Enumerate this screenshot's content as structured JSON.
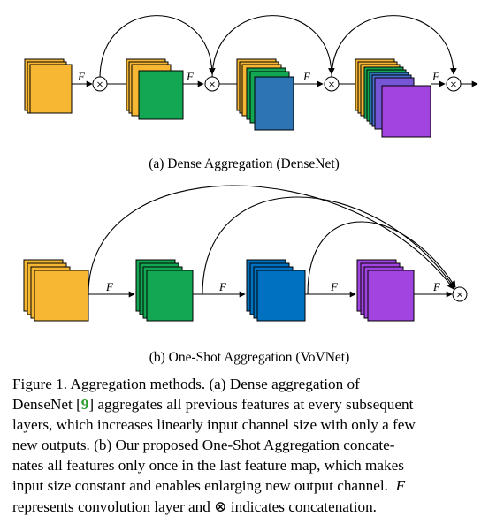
{
  "panel_a": {
    "subcaption": "(a) Dense Aggregation (DenseNet)",
    "operator_label": "F",
    "concat_symbol": "×"
  },
  "panel_b": {
    "subcaption": "(b) One-Shot Aggregation (VoVNet)",
    "operator_label": "F",
    "concat_symbol": "×"
  },
  "colors": {
    "input": "#F7B733",
    "layer_1": "#13A754",
    "layer_2": "#2D75B6",
    "layer_3": "#A244E0",
    "dense_stack": [
      "#F7B733",
      "#13A754",
      "#2D74B5",
      "#4A6FCF",
      "#7456D6",
      "#A244E0"
    ],
    "ova_blue": "#0070C0",
    "reference": "#2CA02C"
  },
  "caption": {
    "line1": "Figure 1. Aggregation methods.   (a) Dense aggregation of",
    "line2_pre": "DenseNet [",
    "line2_ref": "9",
    "line2_post": "] aggregates all previous features at every subsequent",
    "line3": "layers, which increases linearly input channel size with only a few",
    "line4": "new outputs.  (b) Our proposed One-Shot Aggregation concate-",
    "line5": "nates all features only once in the last feature map, which makes",
    "line6": "input size constant and enables enlarging new output channel.",
    "line6_var": "F",
    "line7_pre": "represents convolution layer and",
    "line7_symbol": "⊗",
    "line7_post": "indicates concatenation."
  }
}
